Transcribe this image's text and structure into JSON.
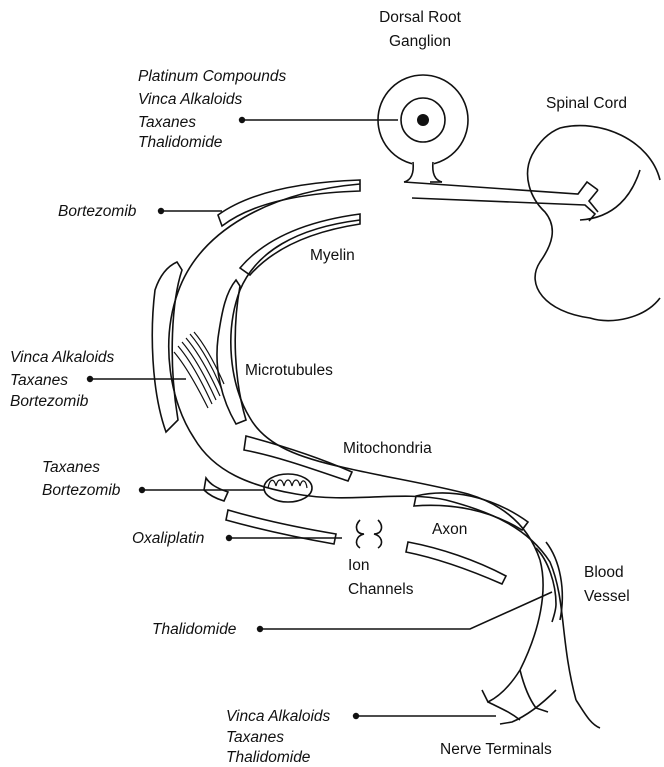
{
  "structures": {
    "drg_line1": "Dorsal Root",
    "drg_line2": "Ganglion",
    "spinal_cord": "Spinal Cord",
    "myelin": "Myelin",
    "microtubules": "Microtubules",
    "mitochondria": "Mitochondria",
    "axon": "Axon",
    "ion_line1": "Ion",
    "ion_line2": "Channels",
    "blood_line1": "Blood",
    "blood_line2": "Vessel",
    "nerve_terminals": "Nerve Terminals"
  },
  "drug_groups": {
    "ganglion": [
      "Platinum Compounds",
      "Vinca Alkaloids",
      "Taxanes",
      "Thalidomide"
    ],
    "myelin": [
      "Bortezomib"
    ],
    "microtubules": [
      "Vinca Alkaloids",
      "Taxanes",
      "Bortezomib"
    ],
    "mitochondria": [
      "Taxanes",
      "Bortezomib"
    ],
    "ion_channels": [
      "Oxaliplatin"
    ],
    "blood_vessel": [
      "Thalidomide"
    ],
    "nerve_terminals": [
      "Vinca Alkaloids",
      "Taxanes",
      "Thalidomide"
    ]
  },
  "colors": {
    "ink": "#111111",
    "background": "#ffffff"
  }
}
